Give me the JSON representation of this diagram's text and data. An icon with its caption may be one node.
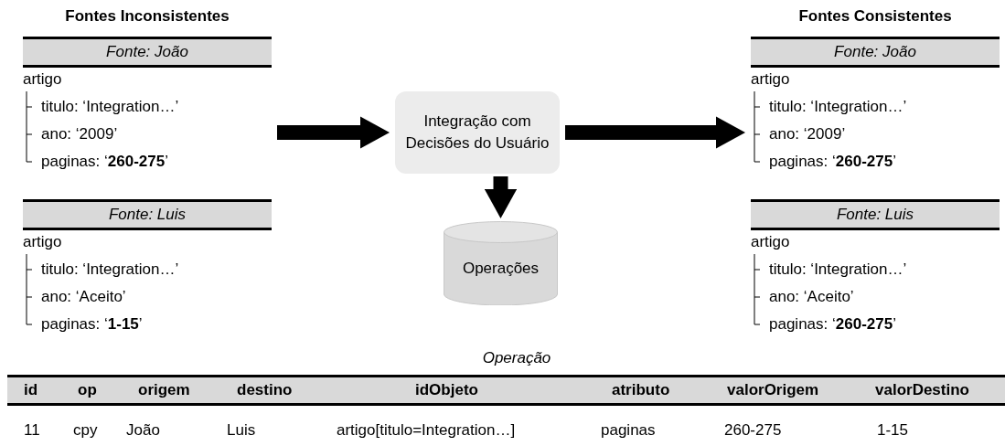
{
  "diagram": {
    "nodes": [
      {
        "text": [
          "Fonte: João",
          "artigo",
          "titulo: ‘Integration…’",
          "ano: ‘2009’",
          "paginas: ‘**260-275**’"
        ]
      },
      {
        "text": [
          "Fonte: Luis",
          "artigo",
          "titulo: ‘Integration…’",
          "ano: ‘Aceito’",
          "paginas: ‘**1-15**’"
        ]
      },
      {
        "text": [
          "Integração com Decisões do Usuário"
        ]
      },
      {
        "text": [
          "Operações"
        ]
      },
      {
        "text": [
          "Fonte: João",
          "artigo",
          "titulo: ‘Integration…’",
          "ano: ‘2009’",
          "paginas: ‘**260-275**’"
        ]
      },
      {
        "text": [
          "Fonte: Luis",
          "artigo",
          "titulo: ‘Integration…’",
          "ano: ‘Aceito’",
          "paginas: ‘**260-275**’"
        ]
      }
    ],
    "edges": [
      {
        "from": 0,
        "to": 2,
        "arrow": "to"
      },
      {
        "from": 2,
        "to": 3,
        "arrow": "to"
      },
      {
        "from": 2,
        "to": 4,
        "arrow": "to"
      }
    ],
    "labels": [
      "Fontes Inconsistentes",
      "Fontes Consistentes",
      "Operação",
      "id",
      "op",
      "origem",
      "destino",
      "idObjeto",
      "atributo",
      "valorOrigem",
      "valorDestino",
      "11",
      "cpy",
      "João",
      "Luis",
      "artigo[titulo=Integration…]",
      "paginas",
      "260-275",
      "1-15"
    ]
  }
}
